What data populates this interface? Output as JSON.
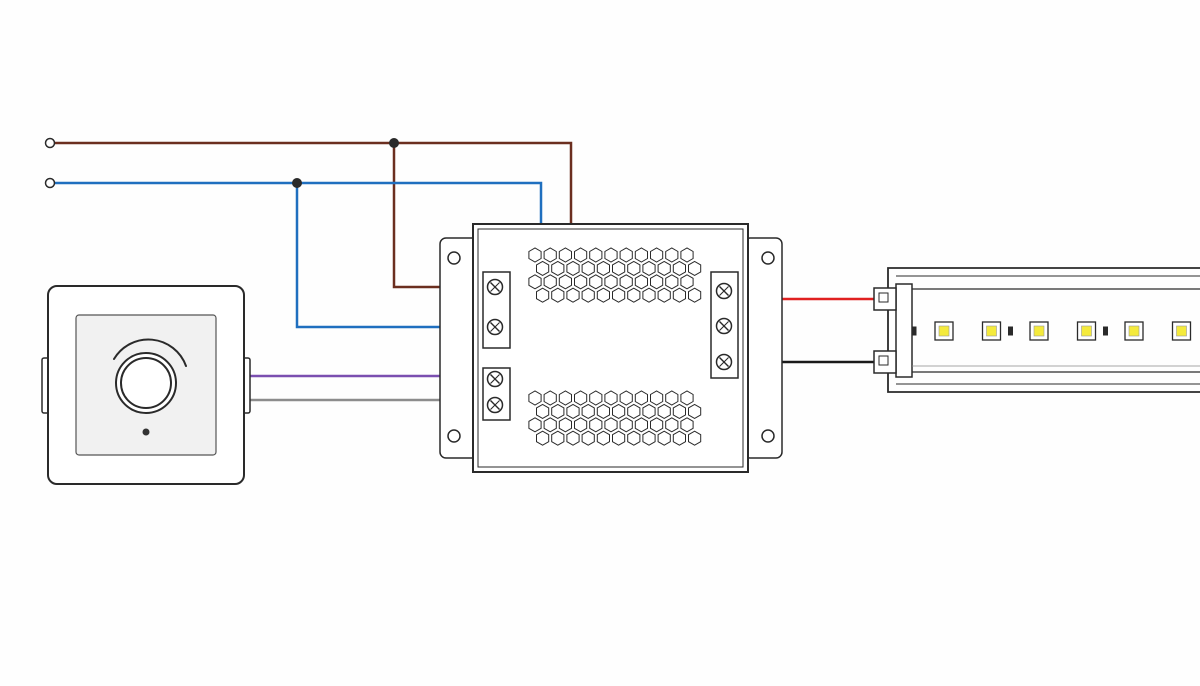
{
  "diagram": {
    "kind": "wiring",
    "components": {
      "mains_input": {
        "terminals": [
          "live",
          "neutral"
        ]
      },
      "dimmer": {
        "control": "rotary-knob",
        "indicator": "status-led"
      },
      "driver": {
        "input_terminals": 2,
        "dim_terminals": 2,
        "output_terminals": 3
      },
      "led_strip": {
        "leds_visible": 6
      }
    },
    "wire_colors": {
      "live": "#6b2e1f",
      "neutral": "#1f6fbf",
      "dim_positive": "#7b4fb0",
      "dim_negative": "#8c8c8c",
      "output_positive": "#e02020",
      "output_negative": "#1a1a1a"
    },
    "stroke_color": "#2a2a2a",
    "led_color": "#f4ea3c"
  }
}
